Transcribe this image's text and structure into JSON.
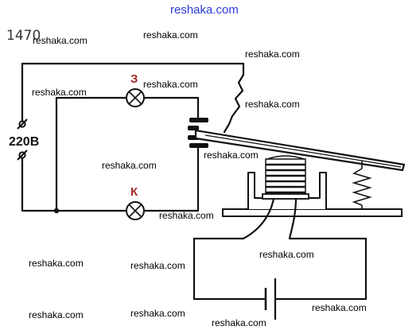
{
  "header": {
    "site": "reshaka.com",
    "problem_number": "1470"
  },
  "labels": {
    "voltage": "220В",
    "lamp_top": "З",
    "lamp_bottom": "К"
  },
  "watermarks": [
    "reshaka.com",
    "reshaka.com",
    "reshaka.com",
    "reshaka.com",
    "reshaka.com",
    "reshaka.com",
    "reshaka.com",
    "reshaka.com",
    "reshaka.com",
    "reshaka.com",
    "reshaka.com",
    "reshaka.com",
    "reshaka.com",
    "reshaka.com",
    "reshaka.com",
    "reshaka.com"
  ]
}
